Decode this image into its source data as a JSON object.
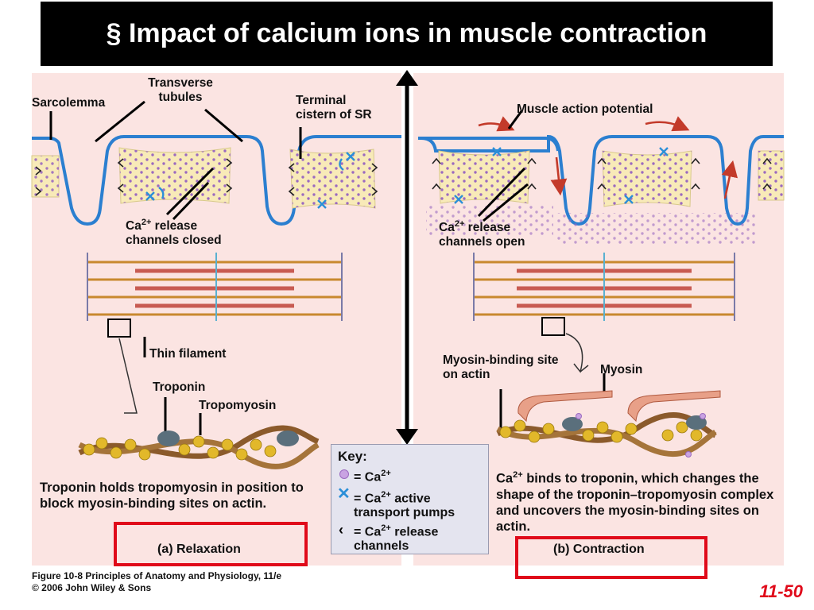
{
  "slide": {
    "title": "§ Impact of calcium ions in muscle contraction",
    "number": "11-50"
  },
  "panel_a": {
    "sarcolemma": "Sarcolemma",
    "transverse_tubules": "Transverse tubules",
    "terminal_cistern": "Terminal cistern of SR",
    "ca_release_closed": "Ca2+ release channels closed",
    "thin_filament": "Thin filament",
    "troponin": "Troponin",
    "tropomyosin": "Tropomyosin",
    "caption": "Troponin holds tropomyosin in position to block myosin-binding sites on actin.",
    "state_label": "(a) Relaxation"
  },
  "panel_b": {
    "muscle_action_potential": "Muscle action potential",
    "ca_release_open": "Ca2+ release channels open",
    "myosin_binding_site": "Myosin-binding site on actin",
    "myosin": "Myosin",
    "caption": "Ca2+ binds to troponin, which changes the shape of the troponin–tropomyosin complex and uncovers the myosin-binding sites on actin.",
    "state_label": "(b) Contraction"
  },
  "key": {
    "title": "Key:",
    "items": [
      {
        "symbol": "purple-dot",
        "text": "= Ca2+"
      },
      {
        "symbol": "blue-x",
        "text": "= Ca2+ active transport pumps"
      },
      {
        "symbol": "chevron",
        "text": "= Ca2+ release channels"
      }
    ]
  },
  "figure_caption": {
    "line1": "Figure 10-8  Principles of Anatomy and Physiology, 11/e",
    "line2": "© 2006 John Wiley & Sons"
  },
  "colors": {
    "background_pink": "#fbe4e2",
    "membrane_blue": "#2b7fd0",
    "sr_yellow": "#f8eab8",
    "ca_purple": "#9b6ac0",
    "title_bar": "#000000",
    "highlight_red": "#e00a1a"
  }
}
